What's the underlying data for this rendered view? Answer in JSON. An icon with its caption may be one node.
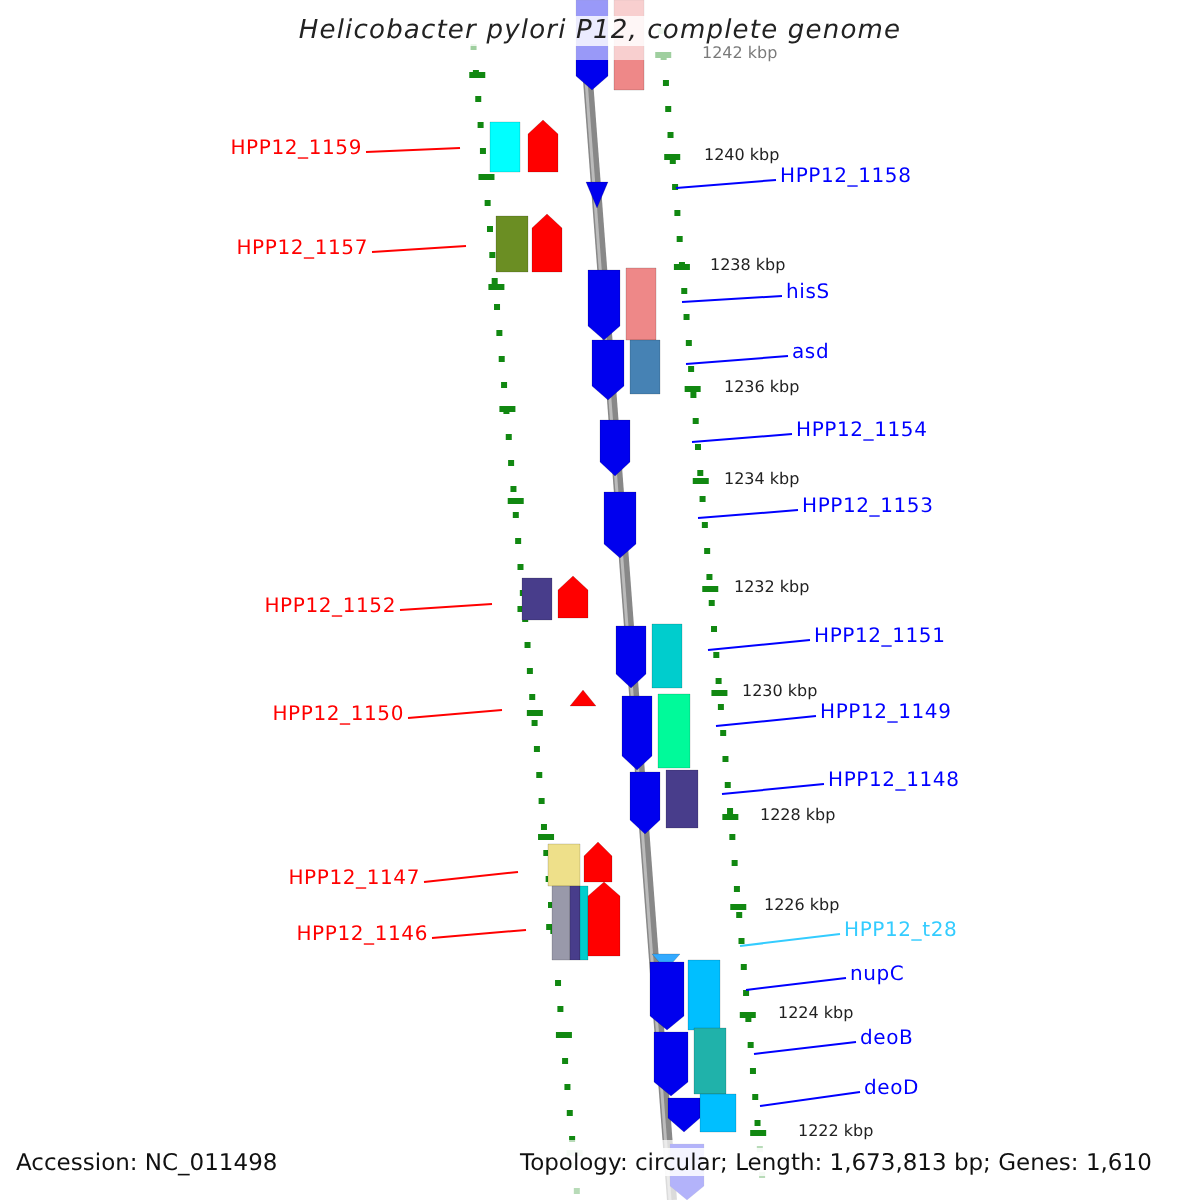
{
  "diagram": {
    "title": "Helicobacter pylori P12, complete genome",
    "nodes": [
      {
        "text": [
          "HPP12_1159"
        ]
      },
      {
        "text": [
          "HPP12_1158"
        ]
      },
      {
        "text": [
          "HPP12_1157"
        ]
      },
      {
        "text": [
          "hisS"
        ]
      },
      {
        "text": [
          "asd"
        ]
      },
      {
        "text": [
          "HPP12_1154"
        ]
      },
      {
        "text": [
          "HPP12_1153"
        ]
      },
      {
        "text": [
          "HPP12_1152"
        ]
      },
      {
        "text": [
          "HPP12_1151"
        ]
      },
      {
        "text": [
          "HPP12_1150"
        ]
      },
      {
        "text": [
          "HPP12_1149"
        ]
      },
      {
        "text": [
          "HPP12_1148"
        ]
      },
      {
        "text": [
          "HPP12_1147"
        ]
      },
      {
        "text": [
          "HPP12_1146"
        ]
      },
      {
        "text": [
          "HPP12_t28"
        ]
      },
      {
        "text": [
          "nupC"
        ]
      },
      {
        "text": [
          "deoB"
        ]
      },
      {
        "text": [
          "deoD"
        ]
      }
    ],
    "edges": [
      {
        "from": 0,
        "to": null,
        "arrow": "none",
        "color": "#ff0000"
      },
      {
        "from": 1,
        "to": null,
        "arrow": "none"
      },
      {
        "from": 2,
        "to": null,
        "arrow": "none",
        "color": "#ff0000"
      },
      {
        "from": 3,
        "to": null,
        "arrow": "none"
      },
      {
        "from": 4,
        "to": null,
        "arrow": "none"
      },
      {
        "from": 5,
        "to": null,
        "arrow": "none"
      },
      {
        "from": 6,
        "to": null,
        "arrow": "none"
      },
      {
        "from": 7,
        "to": null,
        "arrow": "none",
        "color": "#ff0000"
      },
      {
        "from": 8,
        "to": null,
        "arrow": "none"
      },
      {
        "from": 9,
        "to": null,
        "arrow": "none",
        "color": "#ff0000"
      },
      {
        "from": 10,
        "to": null,
        "arrow": "none"
      },
      {
        "from": 11,
        "to": null,
        "arrow": "none"
      },
      {
        "from": 12,
        "to": null,
        "arrow": "none",
        "color": "#ff0000"
      },
      {
        "from": 13,
        "to": null,
        "arrow": "none",
        "color": "#ff0000"
      },
      {
        "from": 14,
        "to": null,
        "arrow": "none",
        "color": "#33ccff"
      },
      {
        "from": 15,
        "to": null,
        "arrow": "none"
      },
      {
        "from": 16,
        "to": null,
        "arrow": "none"
      },
      {
        "from": 17,
        "to": null,
        "arrow": "none"
      }
    ],
    "labels": [
      "1242 kbp",
      "1240 kbp",
      "1238 kbp",
      "1236 kbp",
      "1234 kbp",
      "1232 kbp",
      "1230 kbp",
      "1228 kbp",
      "1226 kbp",
      "1224 kbp",
      "1222 kbp",
      "Accession: NC_011498",
      "Topology: circular; Length: 1,673,813 bp; Genes: 1,610"
    ]
  }
}
